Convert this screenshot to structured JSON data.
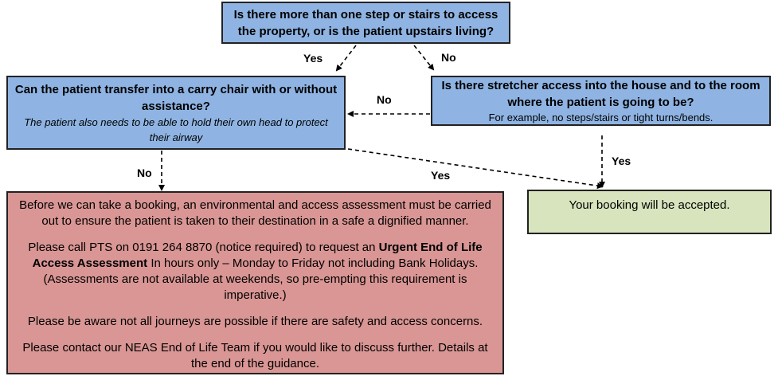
{
  "q1": {
    "text": "Is there more than one step or stairs to access the property, or is the patient upstairs living?"
  },
  "q2": {
    "title": "Can the patient transfer into a carry chair with or without assistance?",
    "note": "The patient also needs to be able to hold their own head to protect their airway"
  },
  "q3": {
    "title": "Is there stretcher access into the house and to the room where the patient is going to be?",
    "note": "For example, no steps/stairs or tight turns/bends."
  },
  "accepted": {
    "text": "Your booking will be accepted."
  },
  "assessment": {
    "p1": "Before we can take a booking, an environmental and access assessment must be carried out to ensure the patient is taken to their destination in a safe a dignified manner.",
    "p2_pre": "Please call PTS on 0191 264 8870 (notice required) to request an ",
    "p2_bold": "Urgent End of Life Access Assessment",
    "p2_post": " In hours only – Monday to Friday not including Bank Holidays. (Assessments are not available at weekends, so pre-empting this requirement is imperative.)",
    "p3": "Please be aware not all journeys are possible if there are safety and access concerns.",
    "p4": "Please contact our NEAS End of Life Team if you would like to discuss further. Details at the end of the guidance."
  },
  "labels": {
    "q1_yes": "Yes",
    "q1_no": "No",
    "q3_no": "No",
    "q2_no": "No",
    "q2_yes": "Yes",
    "q3_yes": "Yes"
  }
}
